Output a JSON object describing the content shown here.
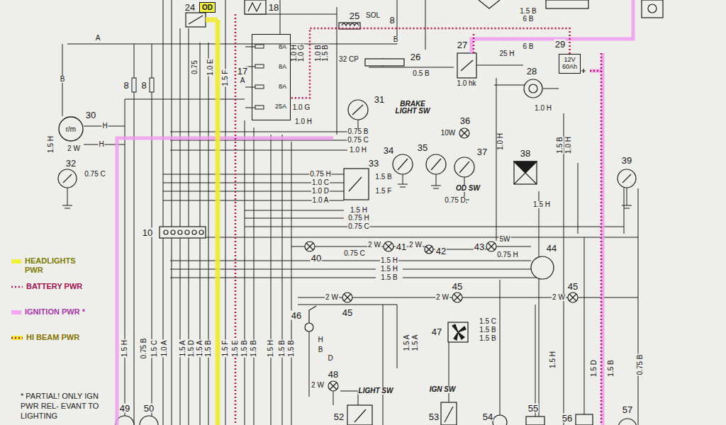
{
  "diagram": {
    "nodes": [
      {
        "text": [
          "OD"
        ]
      },
      {
        "text": [
          "8A",
          "8A",
          "8A",
          "25A"
        ]
      },
      {
        "text": [
          "12V 60Ah"
        ]
      },
      {
        "text": [
          "r/m"
        ]
      }
    ],
    "edges": [
      {
        "from": 2,
        "to": 1,
        "arrow": "none"
      }
    ],
    "labels": [
      "24",
      "18",
      "25",
      "SOL",
      "A",
      "B",
      "8",
      "8",
      "0.75",
      "1.0 E",
      "1.5 F",
      "1.0 H",
      "1.0 G",
      "1.0 B",
      "1.5 B",
      "8",
      "B",
      "32 CP",
      "26",
      "0.5 B",
      "1.5 B",
      "6 B",
      "6 B",
      "27",
      "25 H",
      "29",
      "1.0 hk",
      "28",
      "1.0 H",
      "17",
      "A",
      "1.0 G",
      "1.0 H",
      "31",
      "BRAKE LIGHT SW",
      "30",
      "H",
      "H",
      "2 W",
      "1.5 H",
      "0.75 B",
      "0.75 C",
      "1.0 H",
      "36",
      "10W",
      "34",
      "35",
      "37",
      "38",
      "39",
      "1.0 H",
      "1.5 B",
      "1.0 H",
      "32",
      "0.75 C",
      "33",
      "1.5 B",
      "1.5 F",
      "0.75 H",
      "1.0 C",
      "1.0 D",
      "1.0 A",
      "OD SW",
      "0.75 D",
      "1.5 H",
      "1.5 H",
      "0.75 H",
      "0.75 C",
      "10",
      "40",
      "0.75 C",
      "2 W",
      "41",
      "2 W",
      "42",
      "43",
      "5W",
      "0.75 H",
      "44",
      "1.5 H",
      "1.5 H",
      "1.5 B",
      "45",
      "45",
      "45",
      "2 W",
      "2 W",
      "2 W",
      "46",
      "47",
      "1.5 C",
      "1.5 B",
      "1.5 B",
      "1.5 H",
      "0.75 B",
      "1.5 C",
      "1.0 A",
      "1.5 A",
      "1.5 D",
      "1.5 A",
      "1.5 B",
      "1.5 F",
      "1.5 E",
      "1.5 B",
      "1.5 B",
      "1.5 H",
      "1.5 B",
      "1.5 B",
      "H",
      "B",
      "D",
      "1.5 A",
      "1.5 A",
      "1.5 H",
      "1.5 D",
      "1.5 B",
      "0.75 B",
      "48",
      "2 W",
      "LIGHT SW",
      "52",
      "IGN SW",
      "53",
      "54",
      "55",
      "56",
      "57",
      "49",
      "50",
      "* PARTIAL! ONLY IGN PWR REL- EVANT TO LIGHTING"
    ],
    "legend": [
      {
        "text": "HEADLIGHTS PWR",
        "color": "#f2ef3a"
      },
      {
        "text": "BATTERY PWR"
      },
      {
        "text": "IGNITION PWR *",
        "color": "#f4a6f0"
      },
      {
        "text": "HI BEAM PWR"
      }
    ]
  }
}
